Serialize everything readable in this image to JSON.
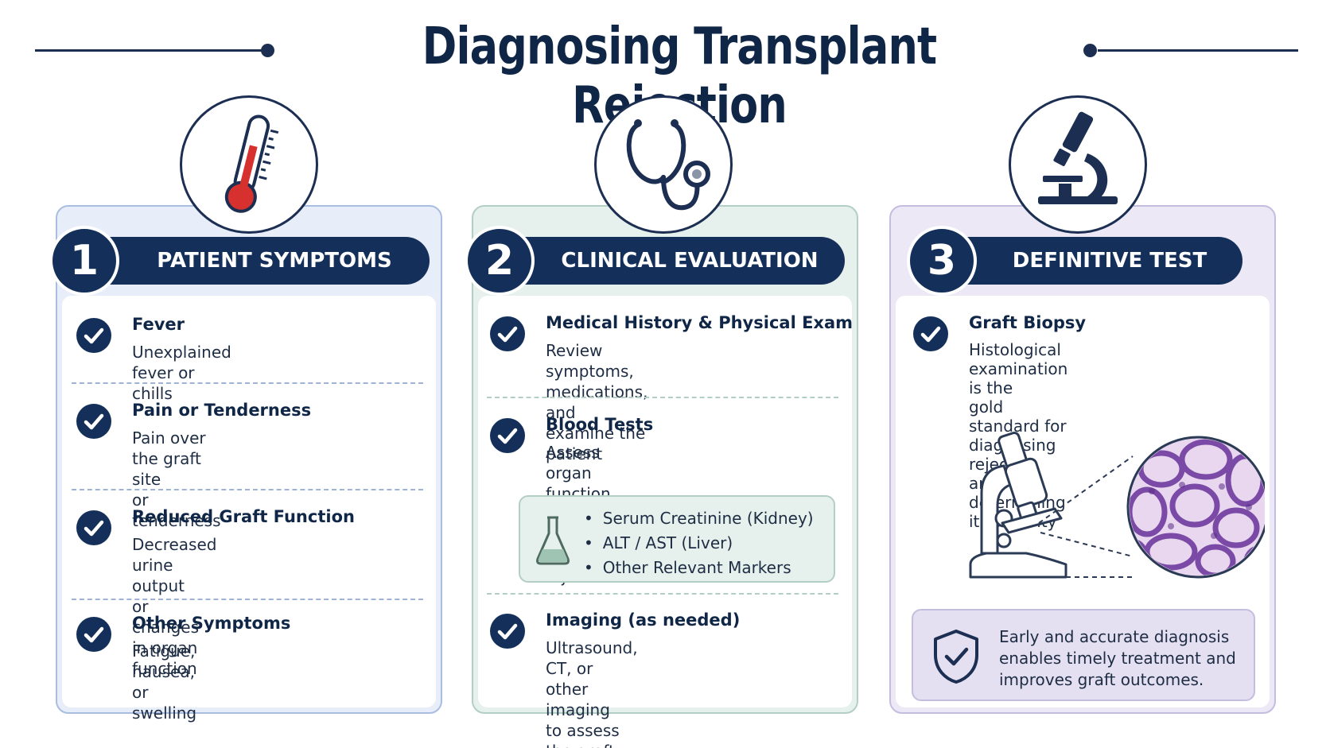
{
  "title": "Diagnosing Transplant Rejection",
  "colors": {
    "navy": "#14305a",
    "panel1": "#e8eef9",
    "panel2": "#e6f0ec",
    "panel3": "#ece8f5",
    "thermometer_red": "#d6312e"
  },
  "steps": [
    {
      "number": "1",
      "label": "PATIENT SYMPTOMS",
      "icon": "thermometer-icon",
      "items": [
        {
          "title": "Fever",
          "description": "Unexplained fever or chills"
        },
        {
          "title": "Pain or Tenderness",
          "description": "Pain over the graft site\nor tenderness"
        },
        {
          "title": "Reduced Graft Function",
          "description": "Decreased urine output\nor changes in organ function"
        },
        {
          "title": "Other Symptoms",
          "description": "Fatigue, nausea, or swelling"
        }
      ]
    },
    {
      "number": "2",
      "label": "CLINICAL EVALUATION",
      "icon": "stethoscope-icon",
      "items": [
        {
          "title": "Medical History & Physical Exam",
          "description": "Review symptoms, medications,\nand examine the patient"
        },
        {
          "title": "Blood Tests",
          "description": "Assess organ function and look\nfor signs of rejection"
        },
        {
          "title": "Imaging (as needed)",
          "description": "Ultrasound, CT, or other imaging\nto assess the graft"
        }
      ],
      "markers": [
        "Serum Creatinine (Kidney)",
        "ALT / AST (Liver)",
        "Other Relevant Markers"
      ]
    },
    {
      "number": "3",
      "label": "DEFINITIVE TEST",
      "icon": "microscope-icon",
      "items": [
        {
          "title": "Graft Biopsy",
          "description": "Histological examination is the\ngold standard for diagnosing\nrejection and determining\nits severity"
        }
      ],
      "conclusion": "Early and accurate diagnosis\nenables timely treatment and\nimproves graft outcomes."
    }
  ]
}
